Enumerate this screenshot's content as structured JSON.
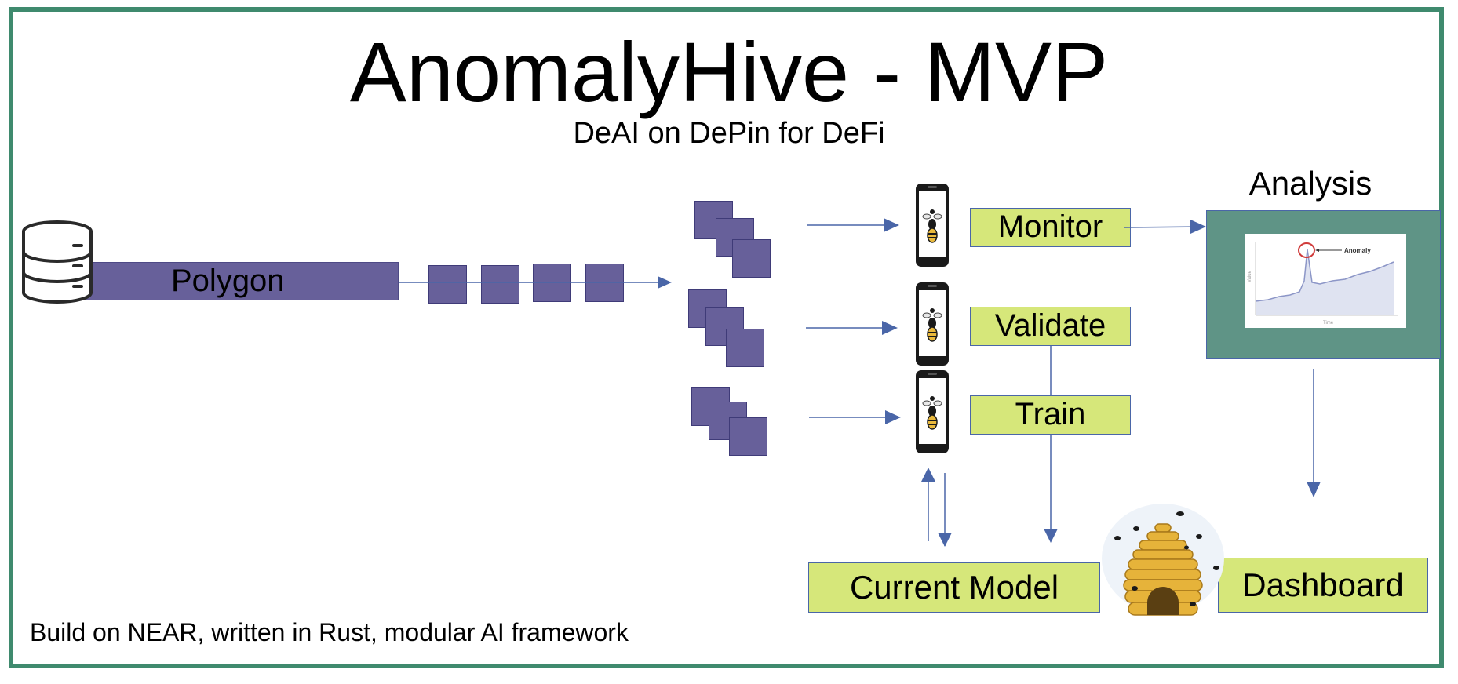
{
  "header": {
    "title": "AnomalyHive - MVP",
    "subtitle": "DeAI on DePin for DeFi"
  },
  "source": {
    "label": "Polygon",
    "icon": "database-icon"
  },
  "tasks": {
    "monitor": "Monitor",
    "validate": "Validate",
    "train": "Train"
  },
  "analysis": {
    "label": "Analysis",
    "chart_annotation": "Anomaly",
    "chart_xlabel": "Time",
    "chart_ylabel": "Value"
  },
  "model": {
    "label": "Current Model"
  },
  "dashboard": {
    "label": "Dashboard"
  },
  "footer": {
    "text": "Build on NEAR, written in Rust, modular AI framework"
  },
  "colors": {
    "frame": "#3f8a6e",
    "block": "#67609a",
    "box": "#d6e77a",
    "arrow": "#4a66a8",
    "panel": "#5f9486"
  }
}
